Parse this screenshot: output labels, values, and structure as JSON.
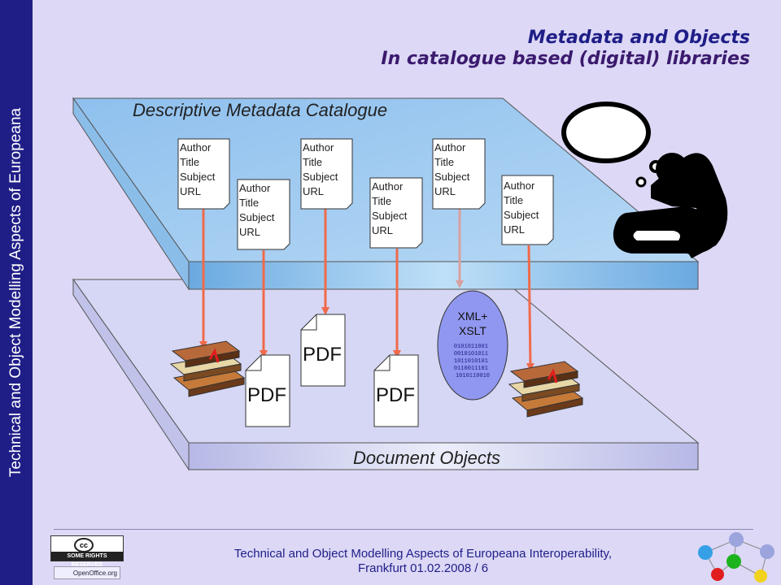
{
  "sidebar": {
    "text": "Technical and Object Modelling Aspects of Europeana"
  },
  "title": {
    "line1": "Metadata and Objects",
    "line2": "In catalogue based (digital) libraries"
  },
  "catalogue_label": "Descriptive Metadata Catalogue",
  "objects_label": "Document Objects",
  "record_lines": [
    "Author",
    "Title",
    "Subject",
    "URL"
  ],
  "pdf_label": "PDF",
  "xml_label": [
    "XML+",
    "XSLT"
  ],
  "binary_lines": [
    "0101011001",
    "0010101011",
    "1011010101",
    "0110011101",
    "1010110010"
  ],
  "footer": {
    "line1": "Technical and Object Modelling Aspects of Europeana Interoperability,",
    "line2": "Frankfurt 01.02.2008 / 6"
  },
  "cc_badge": {
    "symbol": "cc",
    "text": "SOME RIGHTS RESERVED"
  },
  "openoffice_badge": "OpenOffice.org",
  "colors": {
    "sidebar": "#1f1e87",
    "arrow": "#f06a4a",
    "arrow_faded": "#d9a0a0",
    "xml_blob": "#9097f0",
    "title_blue": "#1f1e87"
  }
}
